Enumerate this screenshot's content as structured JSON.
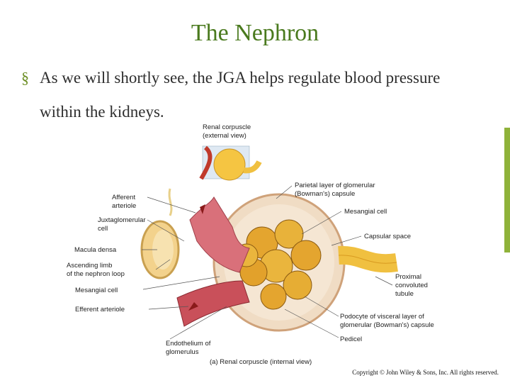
{
  "slide": {
    "title": "The Nephron",
    "bullet": "As we will shortly see, the JGA helps regulate blood pressure within the kidneys.",
    "bullet_icon": "section-sign-icon",
    "accent_color": "#8fb23a",
    "title_color": "#4a7a1e"
  },
  "figure": {
    "labels": {
      "renal_corpuscle_external_1": "Renal corpuscle",
      "renal_corpuscle_external_2": "(external view)",
      "parietal_1": "Parietal layer of glomerular",
      "parietal_2": "(Bowman's) capsule",
      "mesangial_right": "Mesangial cell",
      "capsular_space": "Capsular space",
      "afferent_1": "Afferent",
      "afferent_2": "arteriole",
      "juxta_1": "Juxtaglomerular",
      "juxta_2": "cell",
      "macula": "Macula densa",
      "ascending_1": "Ascending limb",
      "ascending_2": "of the nephron loop",
      "mesangial_left": "Mesangial cell",
      "efferent": "Efferent arteriole",
      "proximal_1": "Proximal",
      "proximal_2": "convoluted",
      "proximal_3": "tubule",
      "podocyte_1": "Podocyte of visceral layer of",
      "podocyte_2": "glomerular (Bowman's) capsule",
      "pedicel": "Pedicel",
      "endothelium_1": "Endothelium of",
      "endothelium_2": "glomerulus",
      "caption": "(a) Renal corpuscle (internal view)"
    }
  },
  "footer": {
    "copyright": "Copyright © John Wiley & Sons, Inc. All rights reserved."
  }
}
